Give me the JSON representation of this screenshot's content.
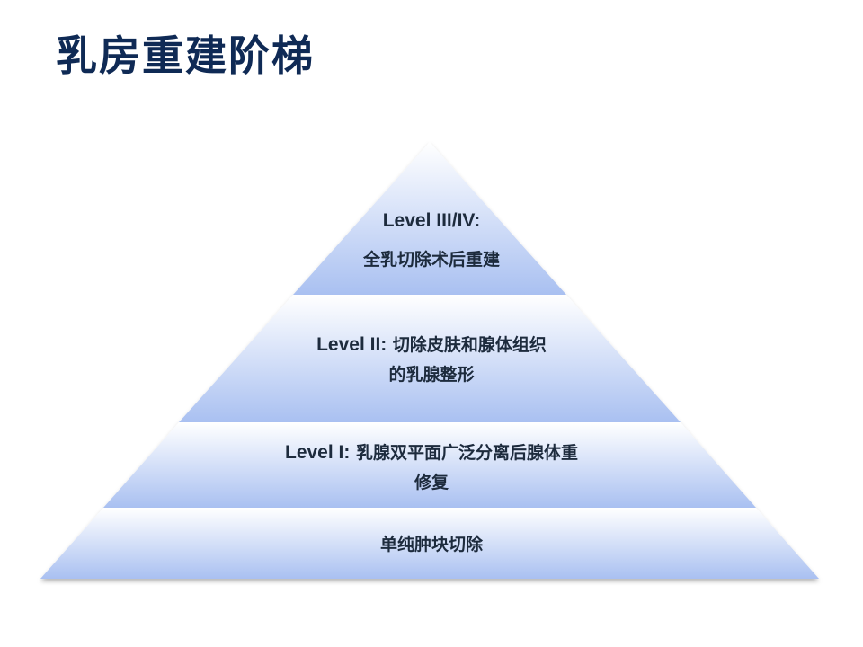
{
  "slide": {
    "title": "乳房重建阶梯"
  },
  "pyramid": {
    "tiers": [
      {
        "level": "Level III/IV:",
        "description_line1": "全乳切除术后重建",
        "description_line2": ""
      },
      {
        "level": "Level II:",
        "description_line1": " 切除皮肤和腺体组织",
        "description_line2": "的乳腺整形"
      },
      {
        "level": "Level I:",
        "description_line1": " 乳腺双平面广泛分离后腺体重",
        "description_line2": "修复"
      },
      {
        "level": "",
        "description_line1": "单纯肿块切除",
        "description_line2": ""
      }
    ],
    "colors": {
      "top": "#ffffff",
      "bottom": "#a8bff0",
      "text": "#1d2b3d",
      "title": "#0f2a55"
    }
  }
}
